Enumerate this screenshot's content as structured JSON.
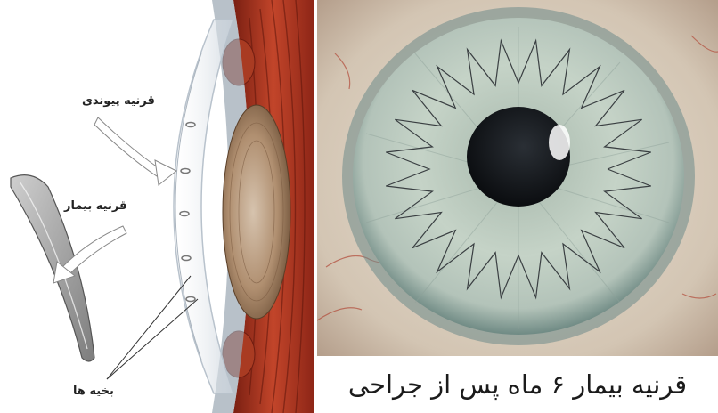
{
  "diagram": {
    "labels": {
      "donor_cornea": "قرنیه پیوندی",
      "patient_cornea": "قرنیه بیمار",
      "sutures": "بخیه ها"
    }
  },
  "photo": {
    "caption": "قرنیه بیمار ۶ ماه پس از جراحی"
  },
  "colors": {
    "iris": "#b9c9bd",
    "pupil": "#101418",
    "sclera": "#d8d0c4",
    "muscle": "#b3361f",
    "lens": "#a98a6e"
  }
}
